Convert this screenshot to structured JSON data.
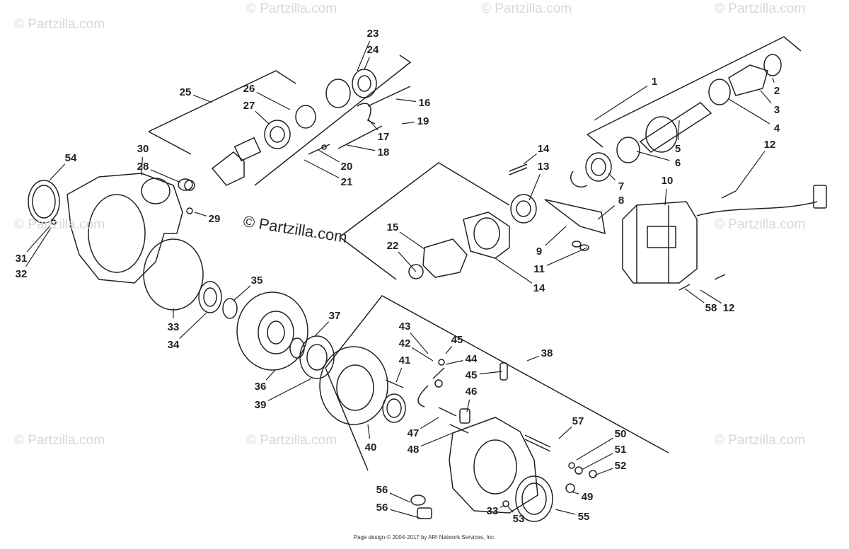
{
  "watermark": "© Partzilla.com",
  "center_watermark": "© Partzilla.com",
  "footer": "Page design © 2004-2017 by ARI Network Services, Inc.",
  "colors": {
    "line": "#222222",
    "watermark": "#d8d8d8",
    "background": "#ffffff"
  },
  "callouts": [
    "1",
    "2",
    "3",
    "4",
    "5",
    "6",
    "7",
    "8",
    "9",
    "10",
    "11",
    "12",
    "12",
    "13",
    "14",
    "14",
    "15",
    "16",
    "17",
    "18",
    "19",
    "20",
    "21",
    "22",
    "23",
    "24",
    "25",
    "26",
    "27",
    "28",
    "29",
    "30",
    "31",
    "32",
    "33",
    "33",
    "34",
    "35",
    "36",
    "37",
    "38",
    "39",
    "40",
    "41",
    "42",
    "43",
    "44",
    "45",
    "45",
    "46",
    "47",
    "48",
    "49",
    "50",
    "51",
    "52",
    "53",
    "54",
    "55",
    "56",
    "56",
    "57",
    "58"
  ]
}
